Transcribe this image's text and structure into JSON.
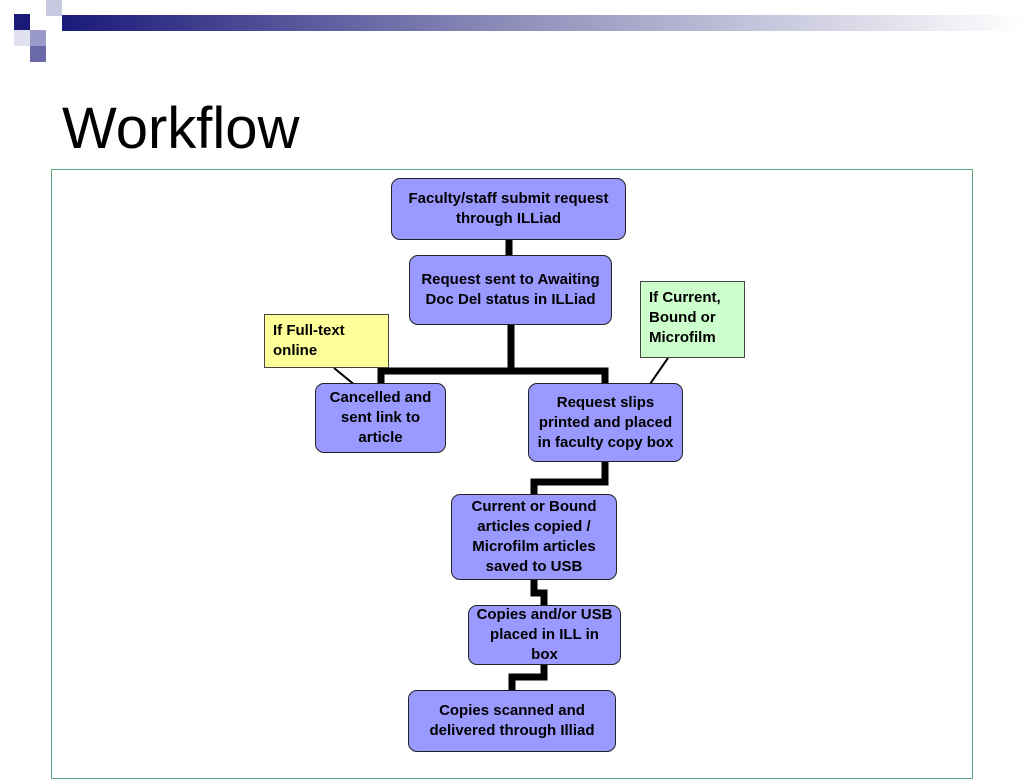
{
  "slide": {
    "title": "Workflow"
  },
  "colors": {
    "process_fill": "#9999ff",
    "note_fulltext_fill": "#ffff99",
    "note_current_fill": "#ccffcc",
    "frame_border": "#5aa77b",
    "header_dark": "#1a1a7a"
  },
  "diagram": {
    "nodes": {
      "submit": "Faculty/staff submit request through ILLiad",
      "awaiting": "Request sent to Awaiting Doc Del status in ILLiad",
      "cancelled": "Cancelled and sent link to article",
      "slips": "Request slips printed and placed in faculty copy box",
      "copied": "Current or Bound articles copied / Microfilm articles saved to USB",
      "placed": "Copies and/or USB placed in ILL in box",
      "delivered": "Copies scanned and delivered through Illiad"
    },
    "notes": {
      "fulltext": "If Full-text online",
      "current": "If Current, Bound or Microfilm"
    },
    "edges": [
      {
        "from": "submit",
        "to": "awaiting"
      },
      {
        "from": "awaiting",
        "to": "cancelled"
      },
      {
        "from": "awaiting",
        "to": "slips"
      },
      {
        "from": "slips",
        "to": "copied"
      },
      {
        "from": "copied",
        "to": "placed"
      },
      {
        "from": "placed",
        "to": "delivered"
      }
    ]
  }
}
